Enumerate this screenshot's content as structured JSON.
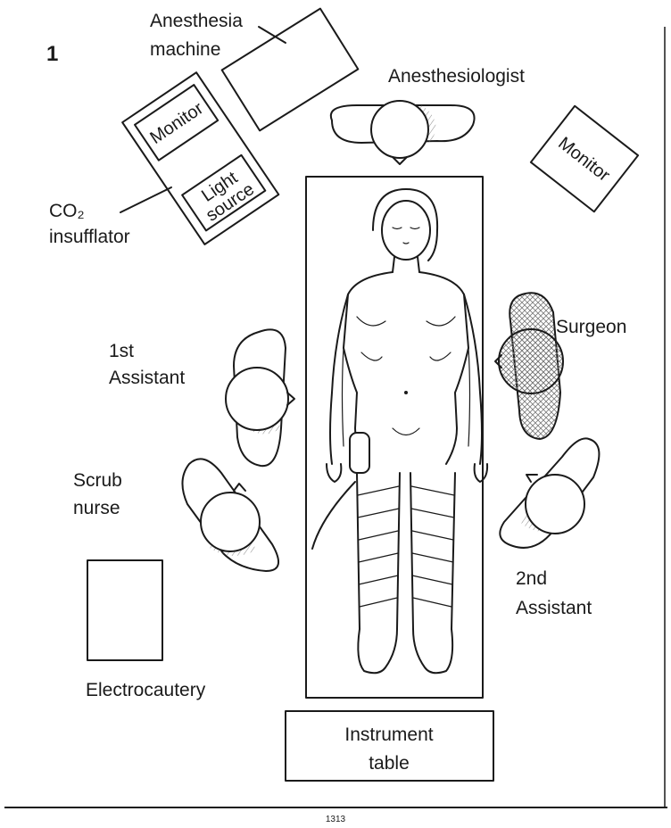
{
  "figure_number": "1",
  "page_number": "1313",
  "equipment": {
    "anesthesia_machine": "Anesthesia machine",
    "anesthesia_machine_line1": "Anesthesia",
    "anesthesia_machine_line2": "machine",
    "monitor_left": "Monitor",
    "light_source_line1": "Light",
    "light_source_line2": "source",
    "co2_line1": "CO₂",
    "co2_line2": "insufflator",
    "monitor_right": "Monitor",
    "electrocautery": "Electrocautery",
    "instrument_table_line1": "Instrument",
    "instrument_table_line2": "table"
  },
  "staff": {
    "anesthesiologist": "Anesthesiologist",
    "surgeon": "Surgeon",
    "first_assistant_line1": "1st",
    "first_assistant_line2": "Assistant",
    "scrub_nurse_line1": "Scrub",
    "scrub_nurse_line2": "nurse",
    "second_assistant_line1": "2nd",
    "second_assistant_line2": "Assistant"
  },
  "colors": {
    "ink": "#1a1a1a",
    "paper": "#ffffff",
    "hatch": "#8a8a8a"
  }
}
